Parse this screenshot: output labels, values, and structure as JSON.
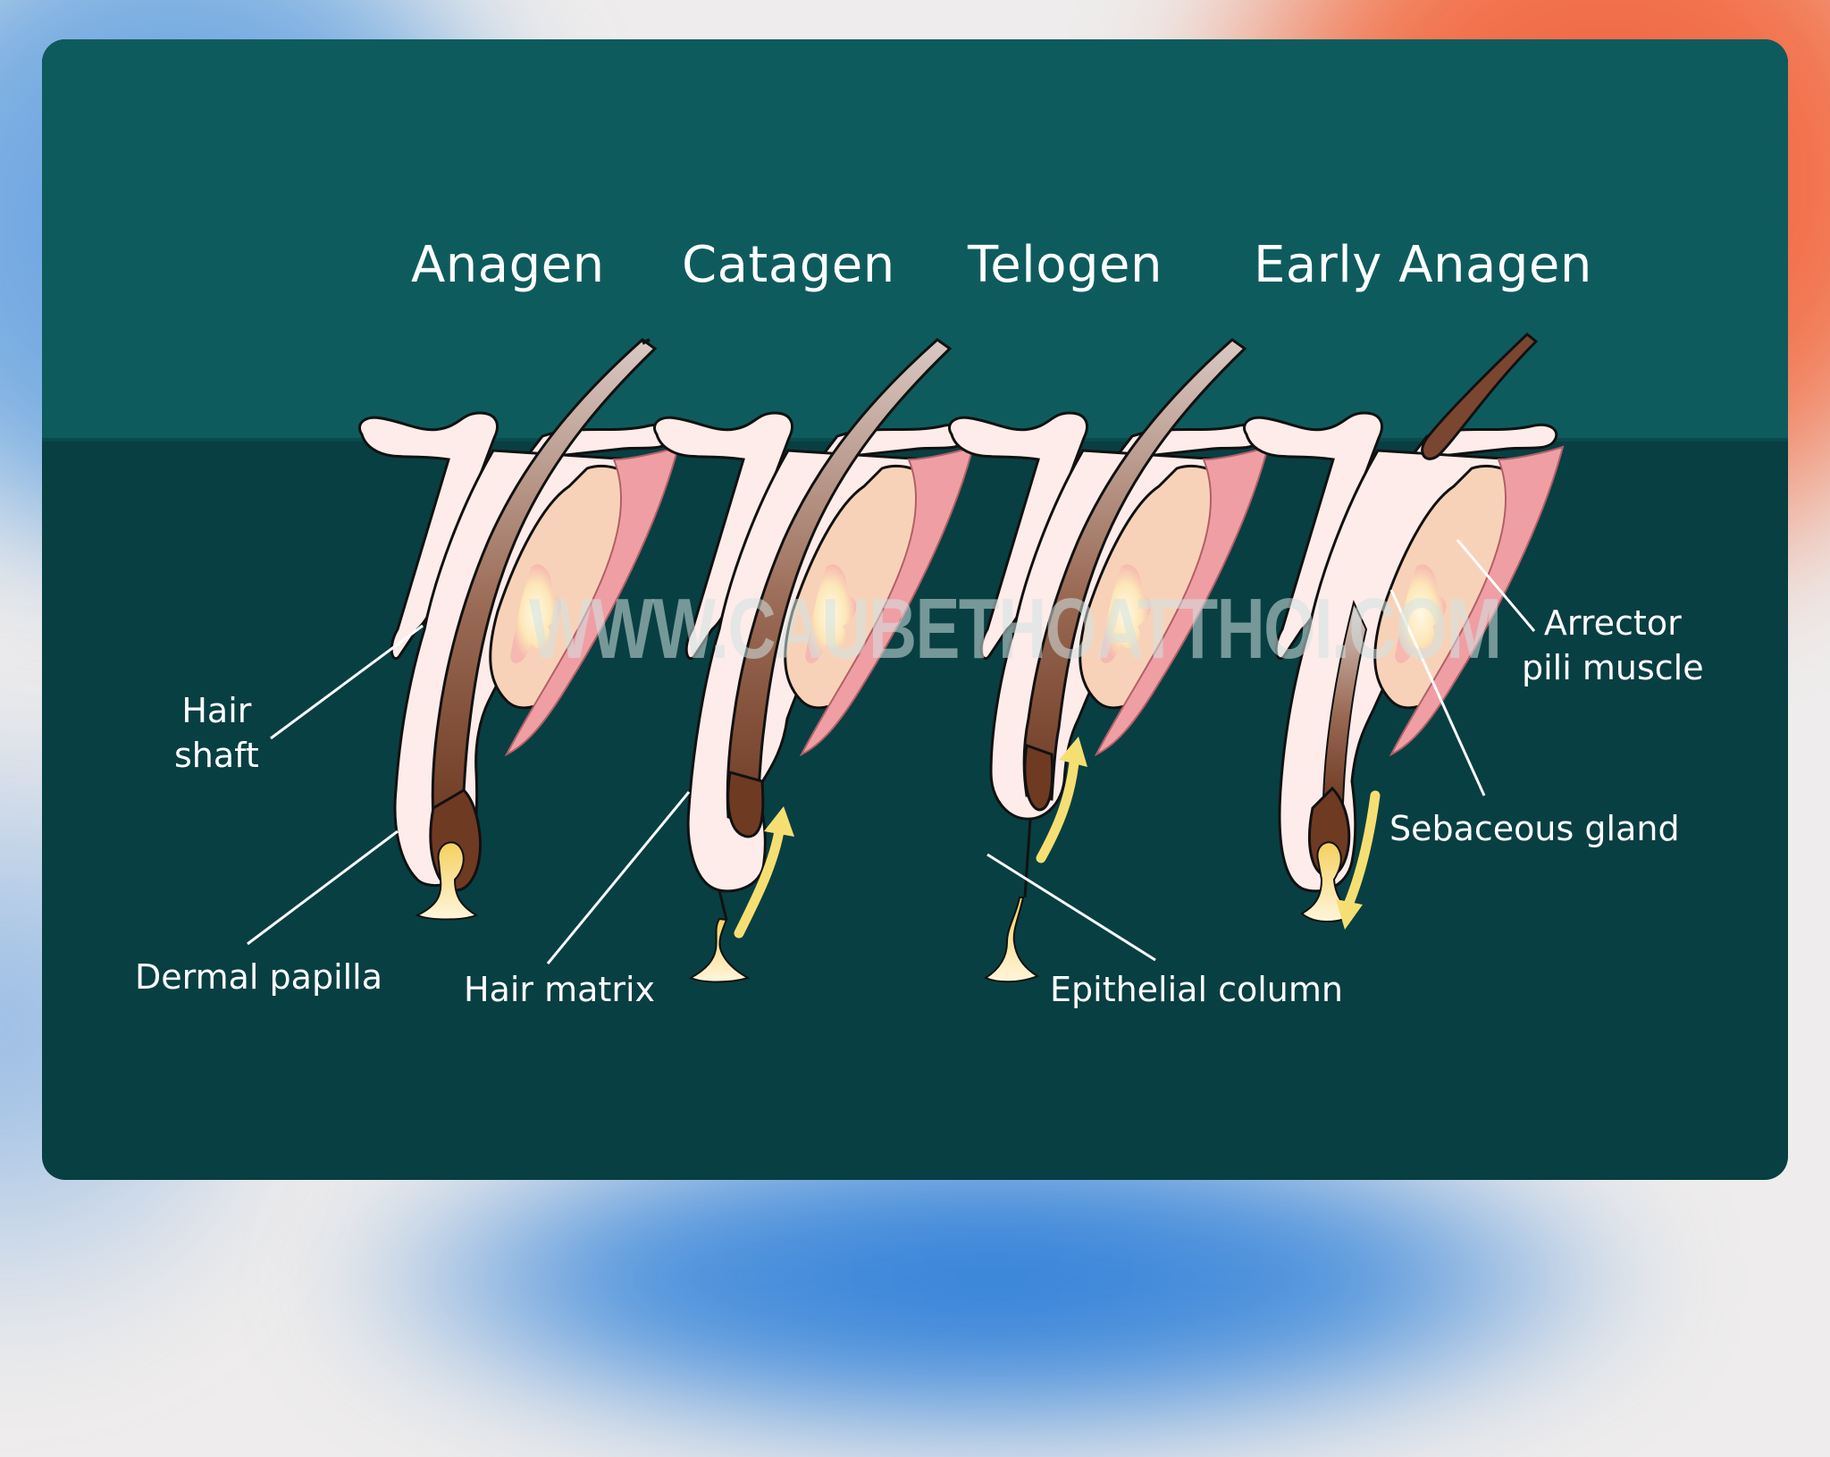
{
  "diagram": {
    "stages": [
      {
        "id": "anagen",
        "title": "Anagen"
      },
      {
        "id": "catagen",
        "title": "Catagen"
      },
      {
        "id": "telogen",
        "title": "Telogen"
      },
      {
        "id": "early_anagen",
        "title": "Early Anagen"
      }
    ],
    "labels": {
      "hair_shaft": "Hair\nshaft",
      "hair_shaft_line1": "Hair",
      "hair_shaft_line2": "shaft",
      "dermal_papilla": "Dermal papilla",
      "hair_matrix": "Hair matrix",
      "epithelial_column": "Epithelial column",
      "arrector_line1": "Arrector",
      "arrector_line2": "pili muscle",
      "sebaceous_gland": "Sebaceous gland"
    },
    "arrows": [
      {
        "stage": "catagen",
        "direction": "up"
      },
      {
        "stage": "telogen",
        "direction": "up"
      },
      {
        "stage": "early_anagen",
        "direction": "down"
      }
    ],
    "watermark": "WWW.CAUBETHOATTHOI.COM",
    "colors": {
      "card_top": "#0e5b5e",
      "card_bottom": "#083f42",
      "skin": "#fdecea",
      "gland": "#f8d2b8",
      "muscle": "#ef9ea4",
      "hair_bulb": "#6e3a22",
      "papilla": "#f7d77a",
      "arrow": "#f6df72",
      "text": "#ffffff"
    }
  }
}
